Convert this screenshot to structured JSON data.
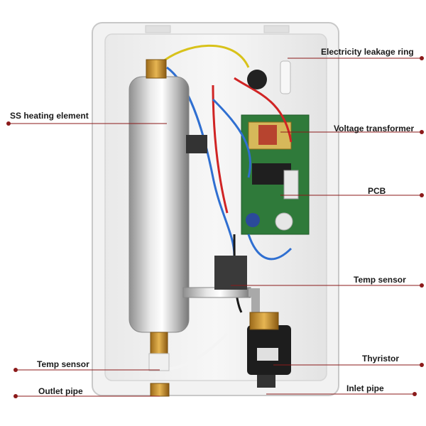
{
  "labels": {
    "ss_heating_element": "SS heating element",
    "electricity_leakage_ring": "Electricity leakage ring",
    "voltage_transformer": "Voltage transformer",
    "pcb": "PCB",
    "temp_sensor_right": "Temp sensor",
    "thyristor": "Thyristor",
    "temp_sensor_left": "Temp sensor",
    "outlet_pipe": "Outlet pipe",
    "inlet_pipe": "Inlet pipe"
  },
  "colors": {
    "leader_line": "#8b1a1a",
    "marker_dot": "#8b1a1a"
  }
}
